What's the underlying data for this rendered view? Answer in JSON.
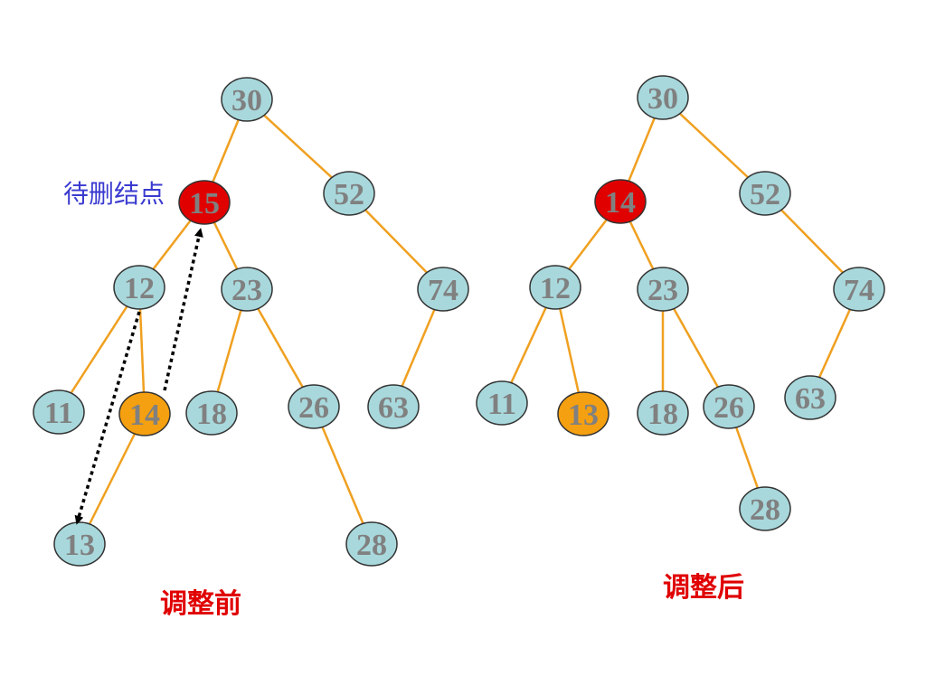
{
  "colors": {
    "edge": "#f0a020",
    "node_normal": "#a8d8dc",
    "node_deleted": "#e00000",
    "node_replacement": "#f5a010",
    "node_stroke": "#333333",
    "node_text": "#808080",
    "caption": "#e00000",
    "annotation": "#3a3ad0",
    "arrow": "#000000"
  },
  "annotation_label": "待删结点",
  "trees": [
    {
      "caption": "调整前",
      "nodes": [
        {
          "label": "30",
          "role": "normal"
        },
        {
          "label": "15",
          "role": "deleted"
        },
        {
          "label": "52",
          "role": "normal"
        },
        {
          "label": "12",
          "role": "normal"
        },
        {
          "label": "23",
          "role": "normal"
        },
        {
          "label": "74",
          "role": "normal"
        },
        {
          "label": "11",
          "role": "normal"
        },
        {
          "label": "14",
          "role": "replacement"
        },
        {
          "label": "18",
          "role": "normal"
        },
        {
          "label": "26",
          "role": "normal"
        },
        {
          "label": "63",
          "role": "normal"
        },
        {
          "label": "13",
          "role": "normal"
        },
        {
          "label": "28",
          "role": "normal"
        }
      ],
      "edges": [
        [
          0,
          1
        ],
        [
          0,
          2
        ],
        [
          1,
          3
        ],
        [
          1,
          4
        ],
        [
          2,
          5
        ],
        [
          3,
          6
        ],
        [
          3,
          7
        ],
        [
          4,
          8
        ],
        [
          4,
          9
        ],
        [
          5,
          10
        ],
        [
          7,
          11
        ],
        [
          9,
          12
        ]
      ]
    },
    {
      "caption": "调整后",
      "nodes": [
        {
          "label": "30",
          "role": "normal"
        },
        {
          "label": "14",
          "role": "deleted"
        },
        {
          "label": "52",
          "role": "normal"
        },
        {
          "label": "12",
          "role": "normal"
        },
        {
          "label": "23",
          "role": "normal"
        },
        {
          "label": "74",
          "role": "normal"
        },
        {
          "label": "11",
          "role": "normal"
        },
        {
          "label": "13",
          "role": "replacement"
        },
        {
          "label": "18",
          "role": "normal"
        },
        {
          "label": "26",
          "role": "normal"
        },
        {
          "label": "63",
          "role": "normal"
        },
        {
          "label": "28",
          "role": "normal"
        }
      ],
      "edges": [
        [
          0,
          1
        ],
        [
          0,
          2
        ],
        [
          1,
          3
        ],
        [
          1,
          4
        ],
        [
          2,
          5
        ],
        [
          3,
          6
        ],
        [
          3,
          7
        ],
        [
          4,
          8
        ],
        [
          4,
          9
        ],
        [
          5,
          10
        ],
        [
          9,
          11
        ]
      ]
    }
  ]
}
